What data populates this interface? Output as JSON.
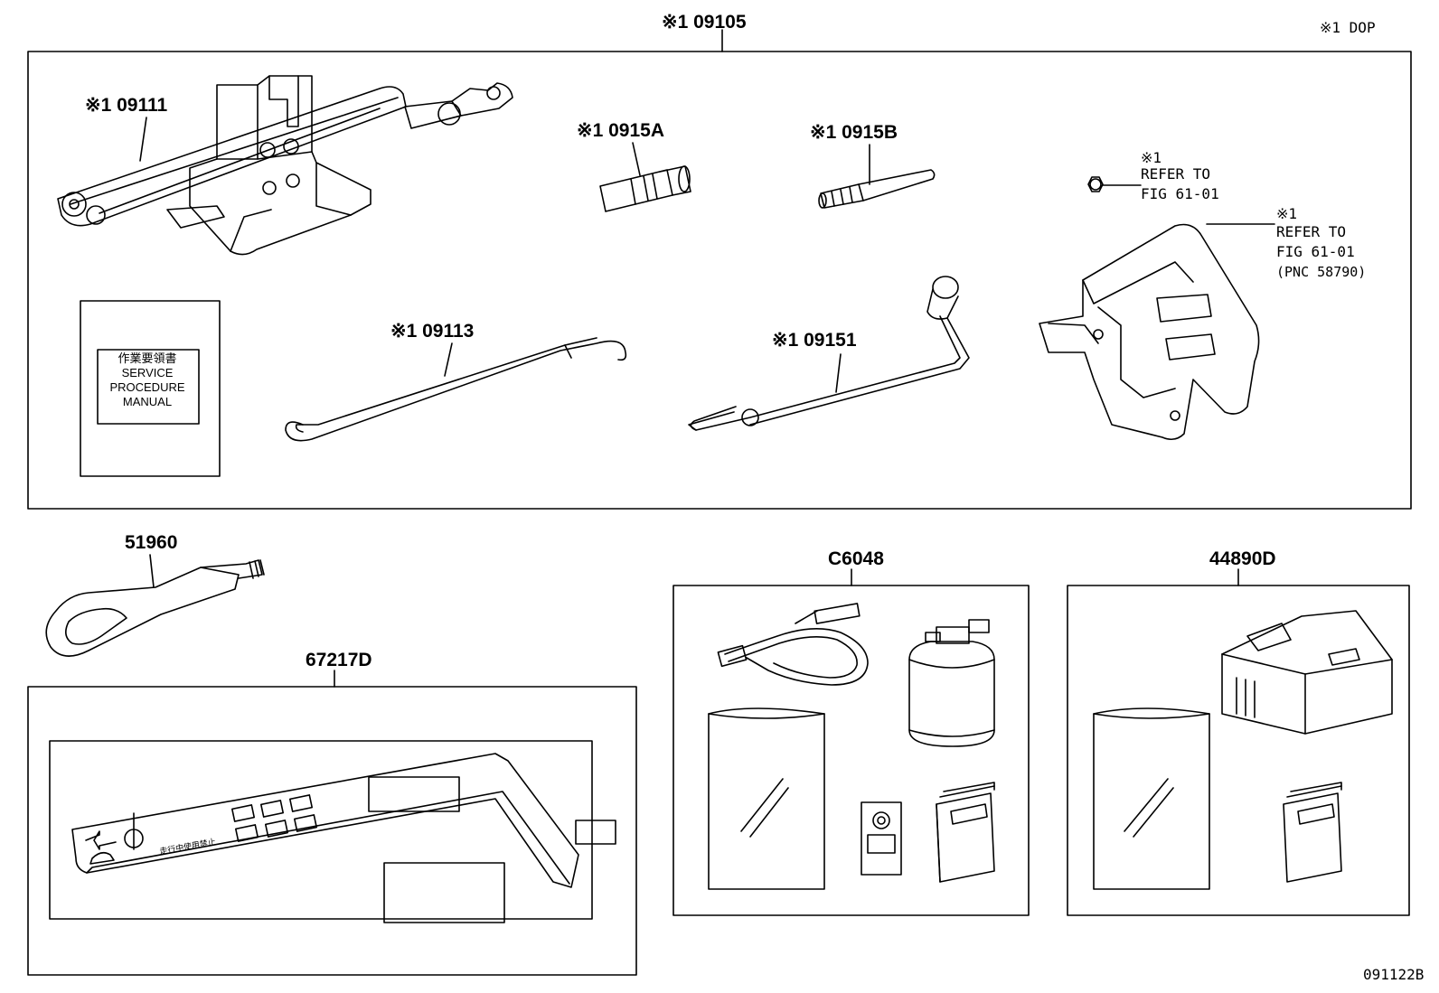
{
  "header": {
    "main_callout": "※1 09105",
    "legend": "※1  DOP",
    "figure_id": "091122B"
  },
  "parts": {
    "jack": "※1 09111",
    "jack_adapter": "※1 0915A",
    "jack_adapter_b": "※1 0915B",
    "handle_rod": "※1 09113",
    "wrench": "※1 09151",
    "towing_eye": "51960",
    "sticker_panel": "67217D",
    "repair_kit": "C6048",
    "compressor_kit": "44890D"
  },
  "refer1": {
    "mark": "※1",
    "line1": "REFER TO",
    "line2": "FIG 61-01"
  },
  "refer2": {
    "mark": "※1",
    "line1": "REFER TO",
    "line2": "FIG 61-01",
    "line3": "(PNC 58790)"
  },
  "manual": {
    "jp": "作業要領書",
    "line1": "SERVICE",
    "line2": "PROCEDURE",
    "line3": "MANUAL"
  },
  "sticker": {
    "jp": "走行中使用禁止"
  }
}
